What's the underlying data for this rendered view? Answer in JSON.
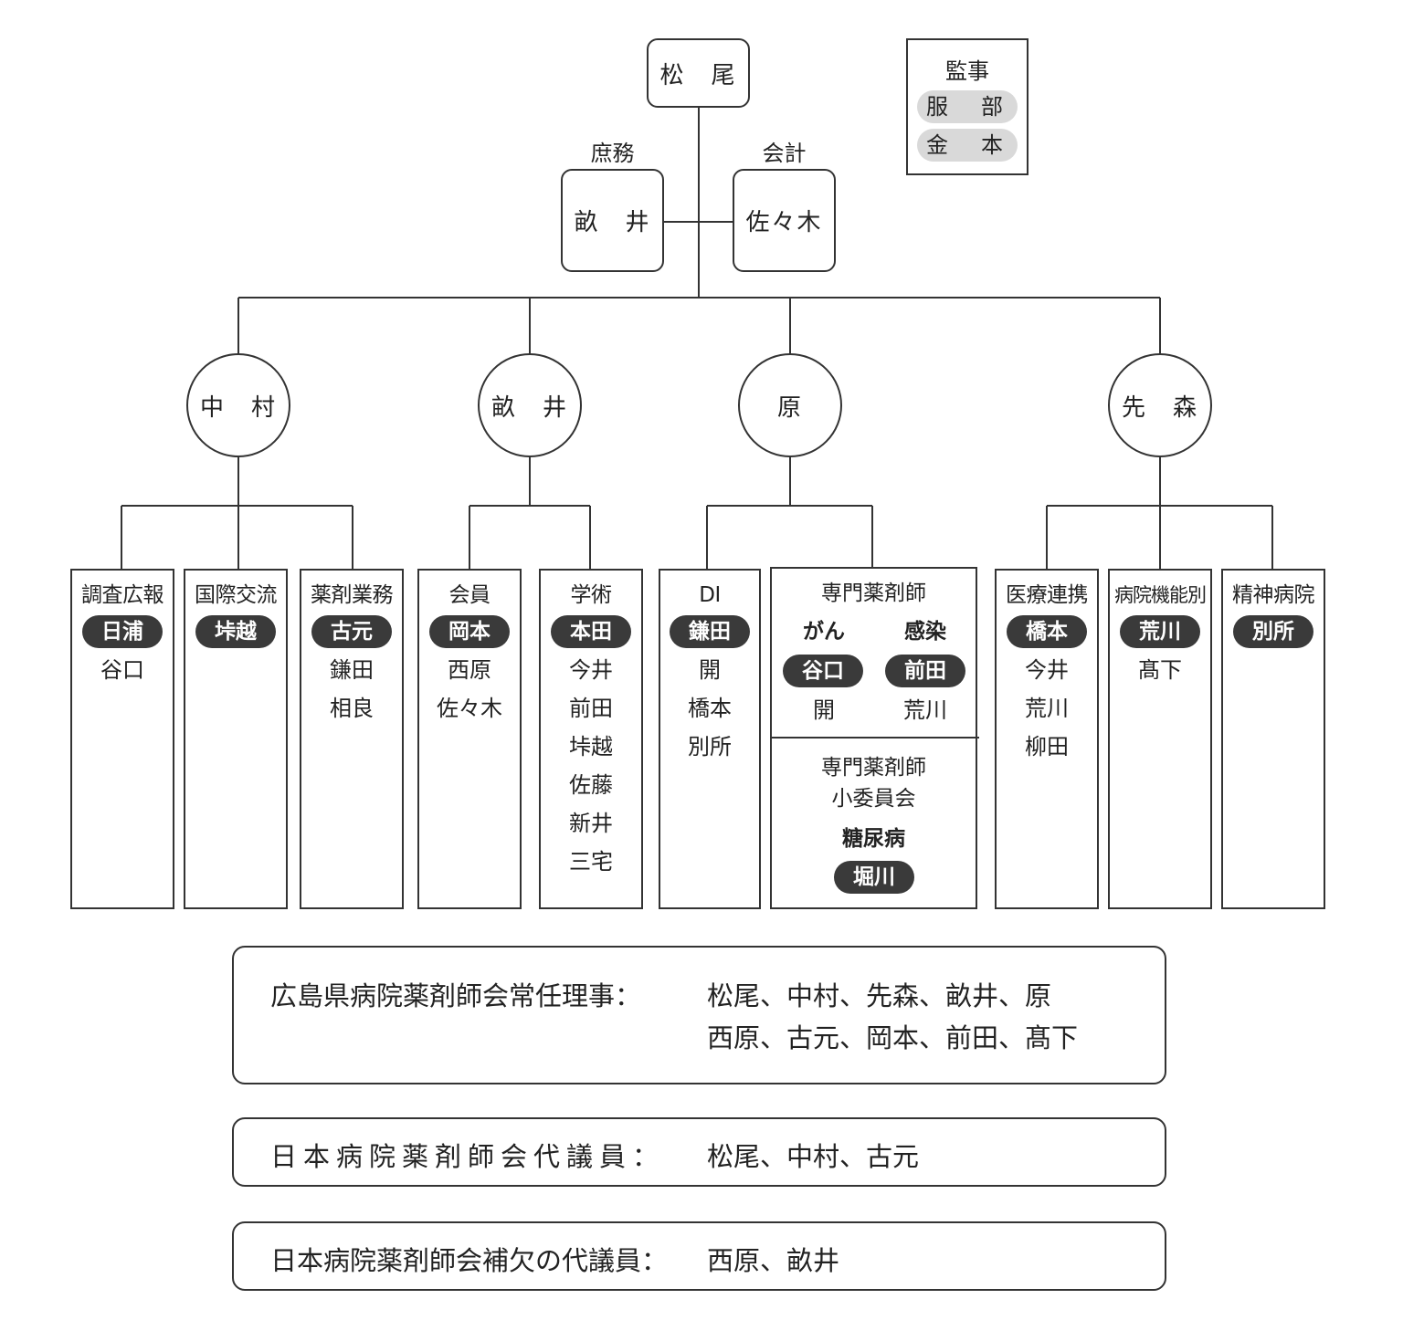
{
  "top": {
    "name": "松　尾"
  },
  "kanji": {
    "title": "監事",
    "members": [
      "服　部",
      "金　本"
    ]
  },
  "shomu": {
    "label": "庶務",
    "name": "畝　井"
  },
  "kaikei": {
    "label": "会計",
    "name": "佐々木"
  },
  "leaders": [
    "中　村",
    "畝　井",
    "原",
    "先　森"
  ],
  "committees": [
    {
      "head": "調査広報",
      "chair": "日浦",
      "members": [
        "谷口"
      ]
    },
    {
      "head": "国際交流",
      "chair": "垰越",
      "members": []
    },
    {
      "head": "薬剤業務",
      "chair": "古元",
      "members": [
        "鎌田",
        "相良"
      ]
    },
    {
      "head": "会員",
      "chair": "岡本",
      "members": [
        "西原",
        "佐々木"
      ]
    },
    {
      "head": "学術",
      "chair": "本田",
      "members": [
        "今井",
        "前田",
        "垰越",
        "佐藤",
        "新井",
        "三宅"
      ]
    },
    {
      "head": "DI",
      "chair": "鎌田",
      "members": [
        "開",
        "橋本",
        "別所"
      ]
    },
    {
      "head": "医療連携",
      "chair": "橋本",
      "members": [
        "今井",
        "荒川",
        "柳田"
      ]
    },
    {
      "head": "病院機能別",
      "chair": "荒川",
      "members": [
        "髙下"
      ]
    },
    {
      "head": "精神病院",
      "chair": "別所",
      "members": []
    }
  ],
  "specialist": {
    "head": "専門薬剤師",
    "left": {
      "label": "がん",
      "chair": "谷口",
      "member": "開"
    },
    "right": {
      "label": "感染",
      "chair": "前田",
      "member": "荒川"
    },
    "sub_head_1": "専門薬剤師",
    "sub_head_2": "小委員会",
    "sub_label": "糖尿病",
    "sub_chair": "堀川"
  },
  "info": {
    "line1_label": "広島県病院薬剤師会常任理事：",
    "line1_names_a": "松尾、中村、先森、畝井、原",
    "line1_names_b": "西原、古元、岡本、前田、髙下",
    "line2_label": "日本病院薬剤師会代議員：",
    "line2_names": "松尾、中村、古元",
    "line3_label": "日本病院薬剤師会補欠の代議員：",
    "line3_names": "西原、畝井"
  }
}
